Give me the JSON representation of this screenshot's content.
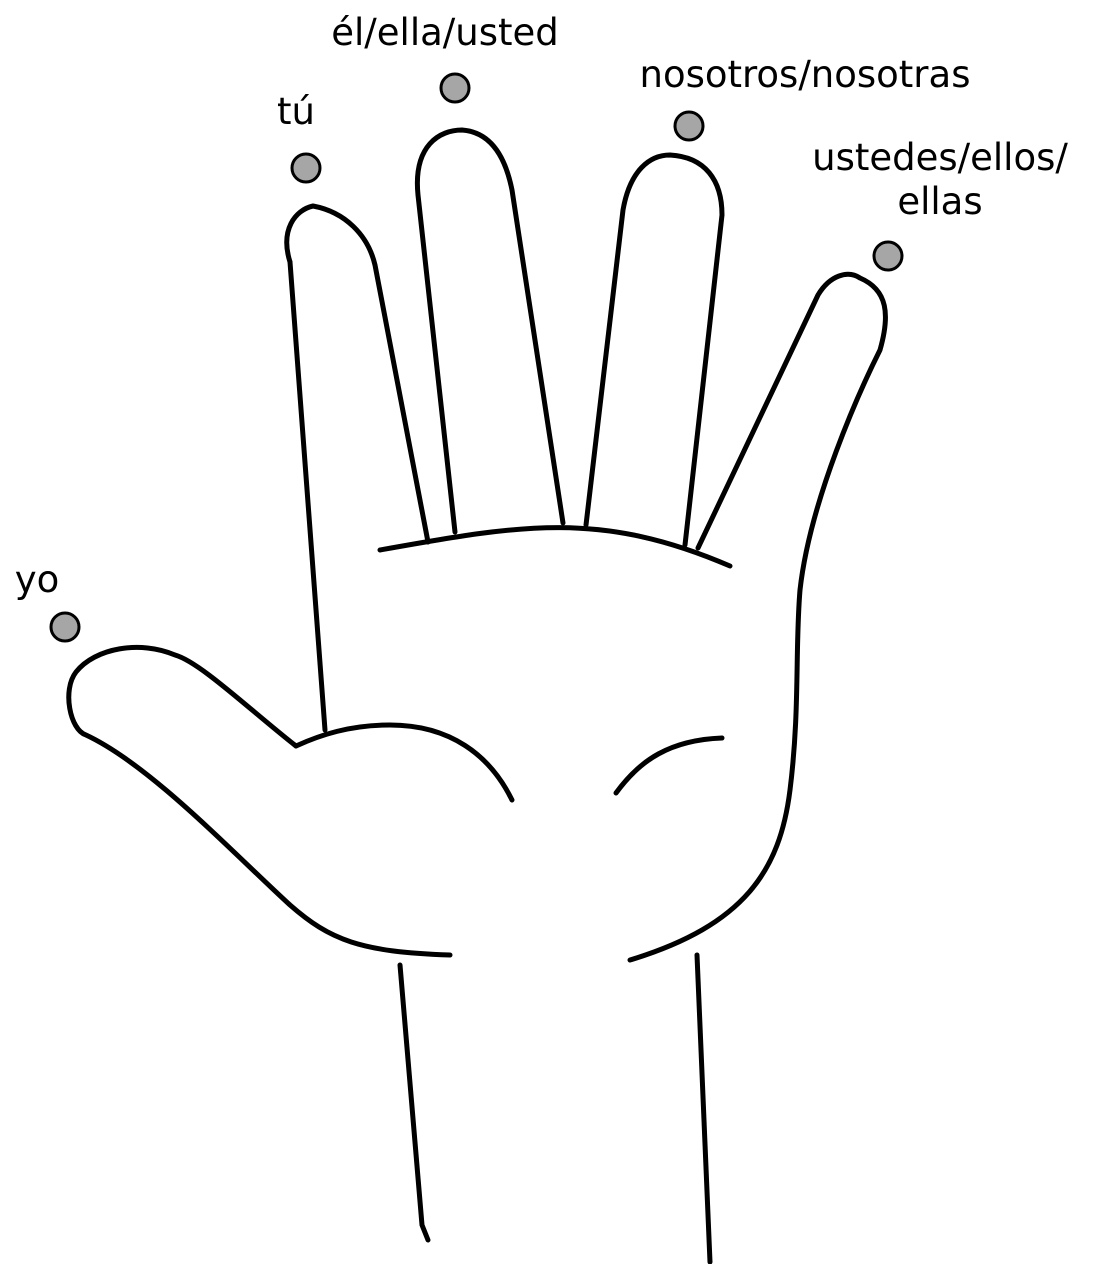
{
  "labels": {
    "yo": "yo",
    "tu": "tú",
    "el_ella_usted": "él/ella/usted",
    "nosotros_nosotras": "nosotros/nosotras",
    "ustedes_line1": "ustedes/ellos/",
    "ustedes_line2": "ellas"
  },
  "colors": {
    "marker_fill": "#a6a6a6",
    "outline": "#000000",
    "background": "#ffffff"
  }
}
